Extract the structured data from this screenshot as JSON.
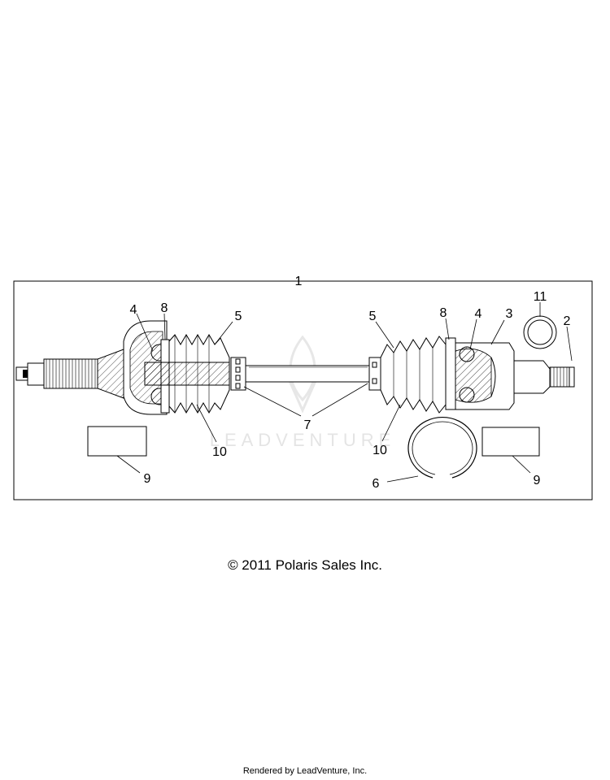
{
  "diagram": {
    "callouts": {
      "c1": "1",
      "c2": "2",
      "c3": "3",
      "c4_left": "4",
      "c4_right": "4",
      "c5_left": "5",
      "c5_right": "5",
      "c6": "6",
      "c7": "7",
      "c8_left": "8",
      "c8_right": "8",
      "c9_left": "9",
      "c9_right": "9",
      "c10_left": "10",
      "c10_right": "10",
      "c11": "11"
    },
    "watermark": "LEADVENTURE"
  },
  "footer": {
    "copyright": "© 2011 Polaris Sales Inc.",
    "rendered_by": "Rendered by LeadVenture, Inc."
  }
}
